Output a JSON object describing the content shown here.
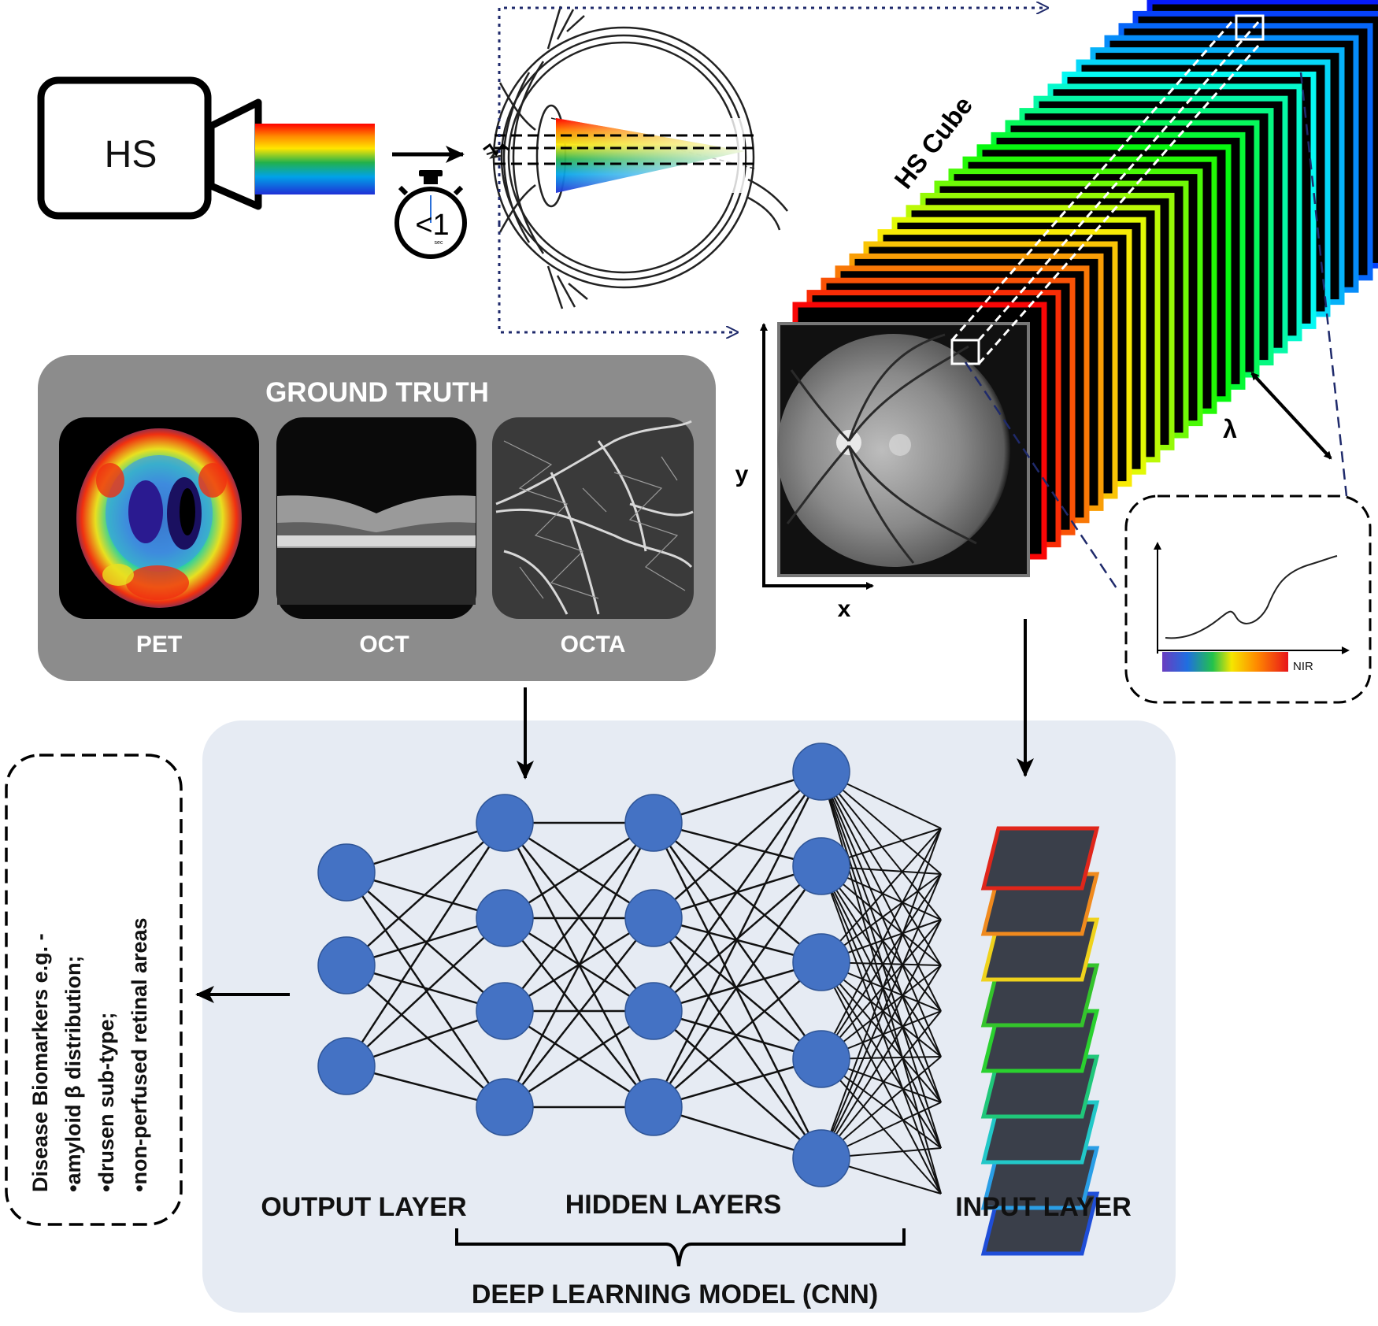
{
  "camera": {
    "label": "HS",
    "timer_label": "<1",
    "timer_unit": "sec"
  },
  "cube": {
    "label": "HS Cube",
    "axis_x": "x",
    "axis_y": "y",
    "axis_lambda": "λ"
  },
  "spectrum_plot": {
    "nir_label": "NIR"
  },
  "ground_truth": {
    "title": "GROUND TRUTH",
    "images": [
      {
        "label": "PET"
      },
      {
        "label": "OCT"
      },
      {
        "label": "OCTA"
      }
    ]
  },
  "network": {
    "output_layer_label": "OUTPUT LAYER",
    "hidden_layers_label": "HIDDEN LAYERS",
    "input_layer_label": "INPUT LAYER",
    "model_label": "DEEP LEARNING MODEL (CNN)",
    "layer_sizes": [
      3,
      4,
      4,
      5
    ],
    "input_stack_colors": [
      "#e0261b",
      "#f08a1e",
      "#efd21c",
      "#34c42c",
      "#2ad12f",
      "#20c77a",
      "#22c8c8",
      "#2a9ee6",
      "#1f4ed8"
    ]
  },
  "biomarkers": {
    "lines": [
      "Disease Biomarkers e.g. -",
      "•amyloid  β distribution;",
      "•drusen sub-type;",
      "•non-perfused retinal areas"
    ]
  },
  "colors": {
    "node_fill": "#4472c4",
    "panel_gray": "#8c8c8c",
    "panel_blue": "#e6ebf3",
    "dotted_arrow": "#1f2a6b"
  }
}
